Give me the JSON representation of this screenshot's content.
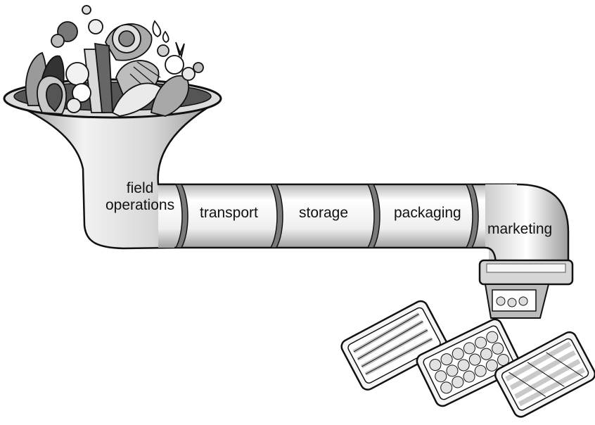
{
  "stages": {
    "field_line1": "field",
    "field_line2": "operations",
    "transport": "transport",
    "storage": "storage",
    "packaging": "packaging",
    "marketing": "marketing"
  },
  "icons": {
    "produce": "produce-pile-icon",
    "tray": "packaged-tray-icon"
  },
  "colors": {
    "ink": "#111111",
    "pipe_fill": "#e6e6e6",
    "background": "#ffffff"
  }
}
